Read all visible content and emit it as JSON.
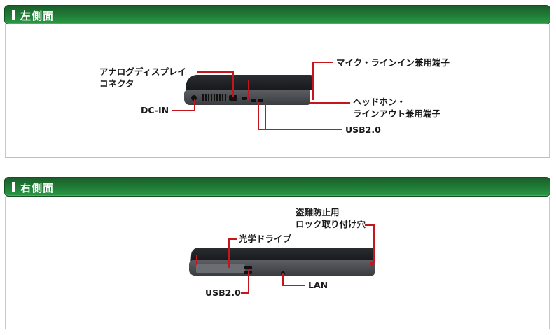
{
  "sections": [
    {
      "title": "左側面",
      "labels": {
        "analog_display": [
          "アナログディスプレイ",
          "コネクタ"
        ],
        "dc_in": "DC-IN",
        "mic_line_in": "マイク・ラインイン兼用端子",
        "headphone_line_out": [
          "ヘッドホン・",
          "ラインアウト兼用端子"
        ],
        "usb": "USB2.0"
      }
    },
    {
      "title": "右側面",
      "labels": {
        "security_lock": [
          "盗難防止用",
          "ロック取り付け穴"
        ],
        "optical_drive": "光学ドライブ",
        "usb": "USB2.0",
        "lan": "LAN"
      }
    }
  ],
  "colors": {
    "header_green": "#1f7a35",
    "leader_line_red": "#c4161c"
  }
}
